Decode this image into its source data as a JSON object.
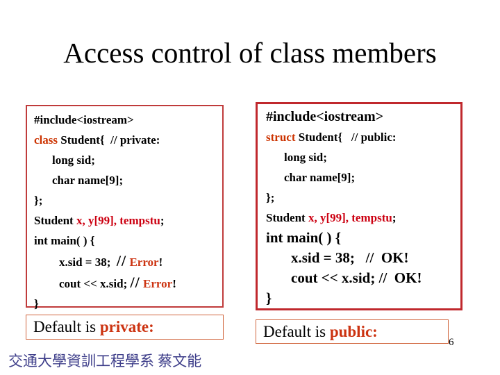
{
  "slide": {
    "title": "Access control of class members",
    "page_number": "6",
    "footer": "交通大學資訓工程學系 蔡文能"
  },
  "colors": {
    "keyword_red": "#cc3300",
    "decl_red": "#cc0011",
    "error_red": "#cc3311",
    "box_border_red": "#c03b3b",
    "box_border_strong": "#c0282d",
    "label_border_orange": "#d0643c",
    "footer_blue": "#3e3e8a"
  },
  "left_code_box": {
    "lines": [
      {
        "indent": 0,
        "size": "n",
        "segments": [
          {
            "text": "#include<iostream>",
            "style": "plain"
          }
        ]
      },
      {
        "indent": 0,
        "size": "n",
        "segments": [
          {
            "text": "class",
            "style": "keyword"
          },
          {
            "text": " Student{  // private:",
            "style": "plain"
          }
        ]
      },
      {
        "indent": 1,
        "size": "n",
        "segments": [
          {
            "text": "long sid;",
            "style": "plain"
          }
        ]
      },
      {
        "indent": 1,
        "size": "n",
        "segments": [
          {
            "text": "char name[9];",
            "style": "plain"
          }
        ]
      },
      {
        "indent": 0,
        "size": "n",
        "segments": [
          {
            "text": "};",
            "style": "plain"
          }
        ]
      },
      {
        "indent": 0,
        "size": "n",
        "segments": [
          {
            "text": "Student ",
            "style": "plain"
          },
          {
            "text": "x, y[99], tempstu",
            "style": "red"
          },
          {
            "text": ";",
            "style": "plain"
          }
        ]
      },
      {
        "indent": 0,
        "size": "n",
        "segments": [
          {
            "text": "int main( ) {",
            "style": "plain"
          }
        ]
      },
      {
        "indent": 2,
        "size": "n",
        "segments": [
          {
            "text": "x.sid = 38;  ",
            "style": "plain"
          },
          {
            "text": "//",
            "style": "slash"
          },
          {
            "text": " ",
            "style": "plain"
          },
          {
            "text": "Error",
            "style": "error"
          },
          {
            "text": "!",
            "style": "plain"
          }
        ]
      },
      {
        "indent": 2,
        "size": "n",
        "segments": [
          {
            "text": "cout << x.sid; ",
            "style": "plain"
          },
          {
            "text": "//",
            "style": "slash"
          },
          {
            "text": " ",
            "style": "plain"
          },
          {
            "text": "Error",
            "style": "error"
          },
          {
            "text": "!",
            "style": "plain"
          }
        ]
      },
      {
        "indent": 0,
        "size": "n",
        "segments": [
          {
            "text": "}",
            "style": "plain"
          }
        ]
      }
    ]
  },
  "right_code_box": {
    "lines": [
      {
        "indent": 0,
        "size": "m",
        "segments": [
          {
            "text": "#include<iostream>",
            "style": "plain"
          }
        ]
      },
      {
        "indent": 0,
        "size": "n",
        "segments": [
          {
            "text": "struct",
            "style": "keyword"
          },
          {
            "text": " Student{   // public:",
            "style": "plain"
          }
        ]
      },
      {
        "indent": 1,
        "size": "n",
        "segments": [
          {
            "text": "long sid;",
            "style": "plain"
          }
        ]
      },
      {
        "indent": 1,
        "size": "n",
        "segments": [
          {
            "text": "char name[9];",
            "style": "plain"
          }
        ]
      },
      {
        "indent": 0,
        "size": "n",
        "segments": [
          {
            "text": "};",
            "style": "plain"
          }
        ]
      },
      {
        "indent": 0,
        "size": "n",
        "segments": [
          {
            "text": "Student ",
            "style": "plain"
          },
          {
            "text": "x, y[99], tempstu",
            "style": "red"
          },
          {
            "text": ";",
            "style": "plain"
          }
        ]
      },
      {
        "indent": 0,
        "size": "l",
        "segments": [
          {
            "text": "int main( ) {",
            "style": "plain"
          }
        ]
      },
      {
        "indent": 2,
        "size": "l",
        "segments": [
          {
            "text": "x.sid = 38;   //  OK!",
            "style": "plain"
          }
        ]
      },
      {
        "indent": 2,
        "size": "l",
        "segments": [
          {
            "text": "cout << x.sid; //  OK!",
            "style": "plain"
          }
        ]
      },
      {
        "indent": 0,
        "size": "l",
        "segments": [
          {
            "text": "}",
            "style": "plain"
          }
        ]
      }
    ]
  },
  "left_label": {
    "text": "Default is ",
    "highlight": "private:"
  },
  "right_label": {
    "text": "Default is ",
    "highlight": "public:"
  }
}
